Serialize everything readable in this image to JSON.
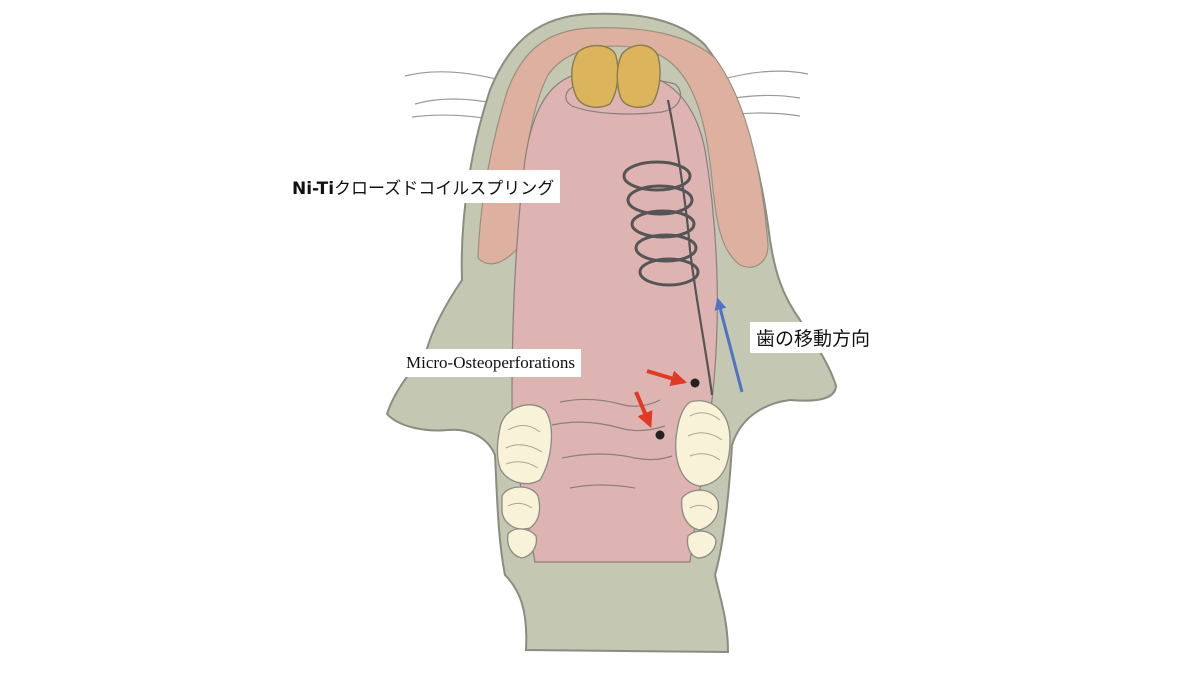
{
  "labels": {
    "spring_prefix": "Ni-Ti",
    "spring_rest": "クローズドコイルスプリング",
    "mop": "Micro-Osteoperforations",
    "movement": "歯の移動方向"
  },
  "colors": {
    "gingiva": "#c4c7b2",
    "gingiva_outline": "#8a8c80",
    "palate": "#deb4b2",
    "lip_mucosa": "#ddb0a0",
    "incisor": "#dcb45c",
    "molar": "#f8f2d8",
    "spring": "#555555",
    "mop_arrow": "#e03a24",
    "movement_arrow": "#4f72c4",
    "outline": "#888a80"
  }
}
